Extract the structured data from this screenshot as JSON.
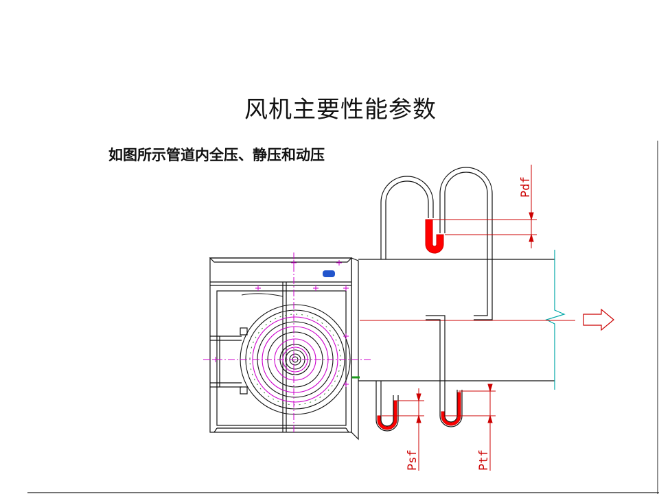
{
  "slide": {
    "title": "风机主要性能参数",
    "subtitle": "如图所示管道内全压、静压和动压"
  },
  "labels": {
    "dynamic_pressure": "Pdf",
    "static_pressure": "Psf",
    "total_pressure": "Ptf"
  },
  "colors": {
    "liquid": "#ff0000",
    "dimension": "#cc0000",
    "centerline": "#cc00cc",
    "break_line": "#00a8a8",
    "outline": "#111111",
    "brand_mark": "#2255cc"
  },
  "icons": {
    "flow_arrow": "flow-direction-arrow",
    "fan": "centrifugal-fan"
  }
}
